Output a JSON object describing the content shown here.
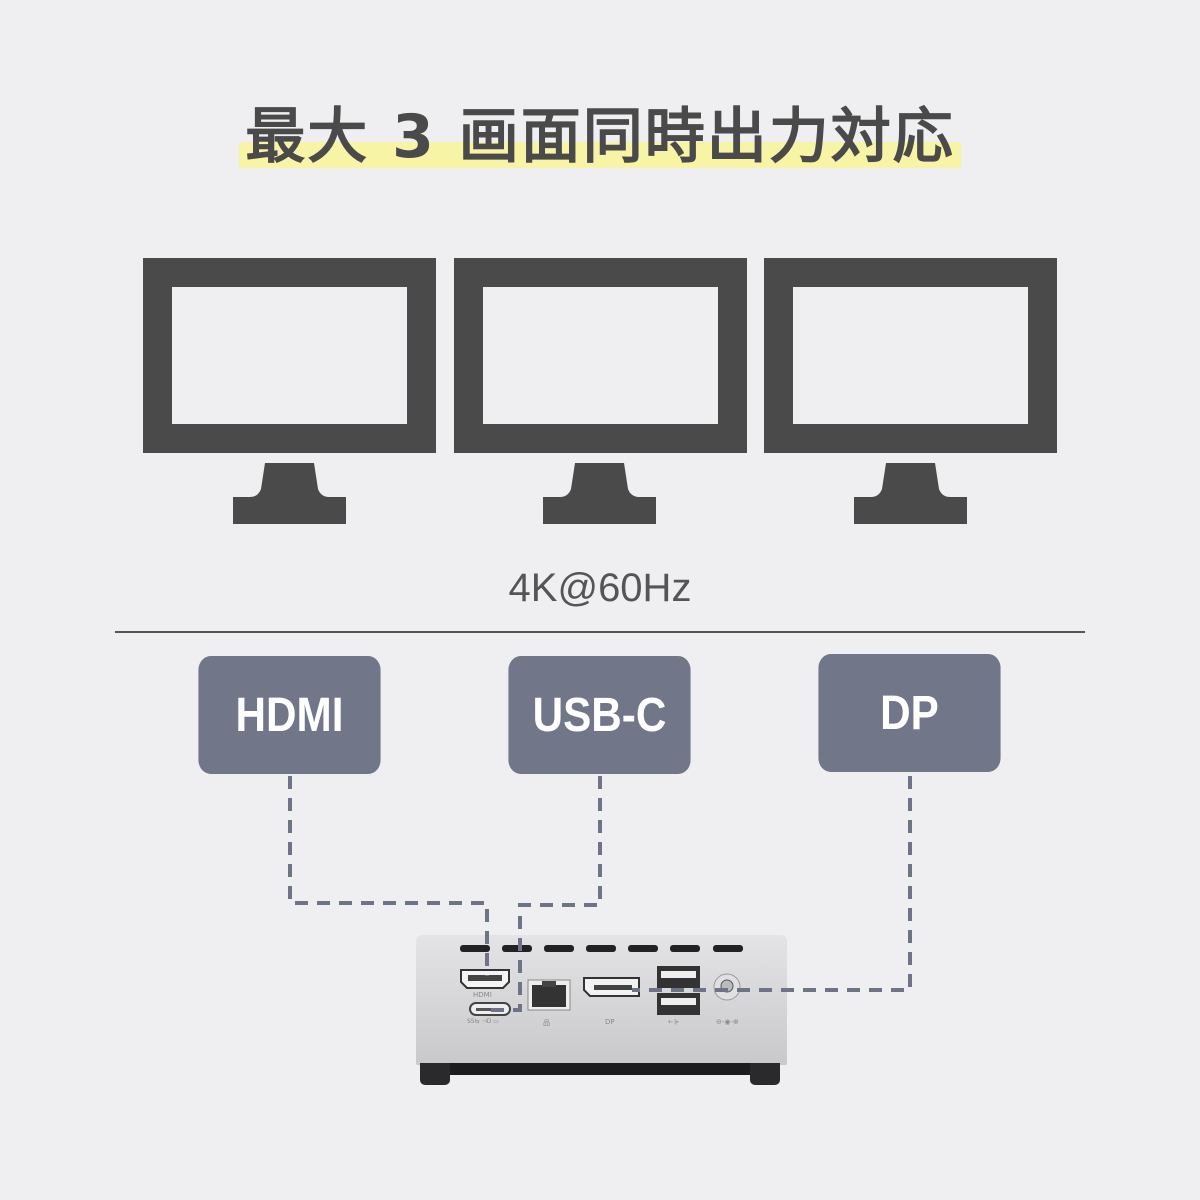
{
  "title": "最大 3 画面同時出力対応",
  "resolution": "4K@60Hz",
  "ports": [
    {
      "label": "HDMI"
    },
    {
      "label": "USB-C"
    },
    {
      "label": "DP"
    }
  ],
  "device_labels": {
    "hdmi": "HDMI",
    "usbc": "SS⇆ ⊣D ▭",
    "lan": "品",
    "dp": "DP",
    "usb": "⇠⊱",
    "power": "⊖-◉-⊕"
  },
  "colors": {
    "monitor": "#4a4a4a",
    "port_box": "#717789",
    "line": "#6e7486",
    "highlight": "#f8f4a6"
  }
}
